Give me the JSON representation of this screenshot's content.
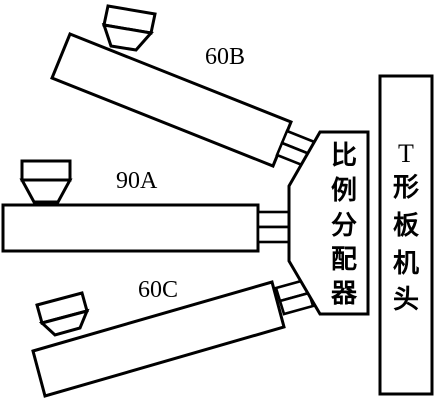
{
  "labels": {
    "extruder_b": "60B",
    "extruder_a": "90A",
    "extruder_c": "60C"
  },
  "distributor": {
    "chars": [
      "比",
      "例",
      "分",
      "配",
      "器"
    ]
  },
  "die": {
    "chars": [
      "T",
      "形",
      "板",
      "机",
      "头"
    ]
  }
}
